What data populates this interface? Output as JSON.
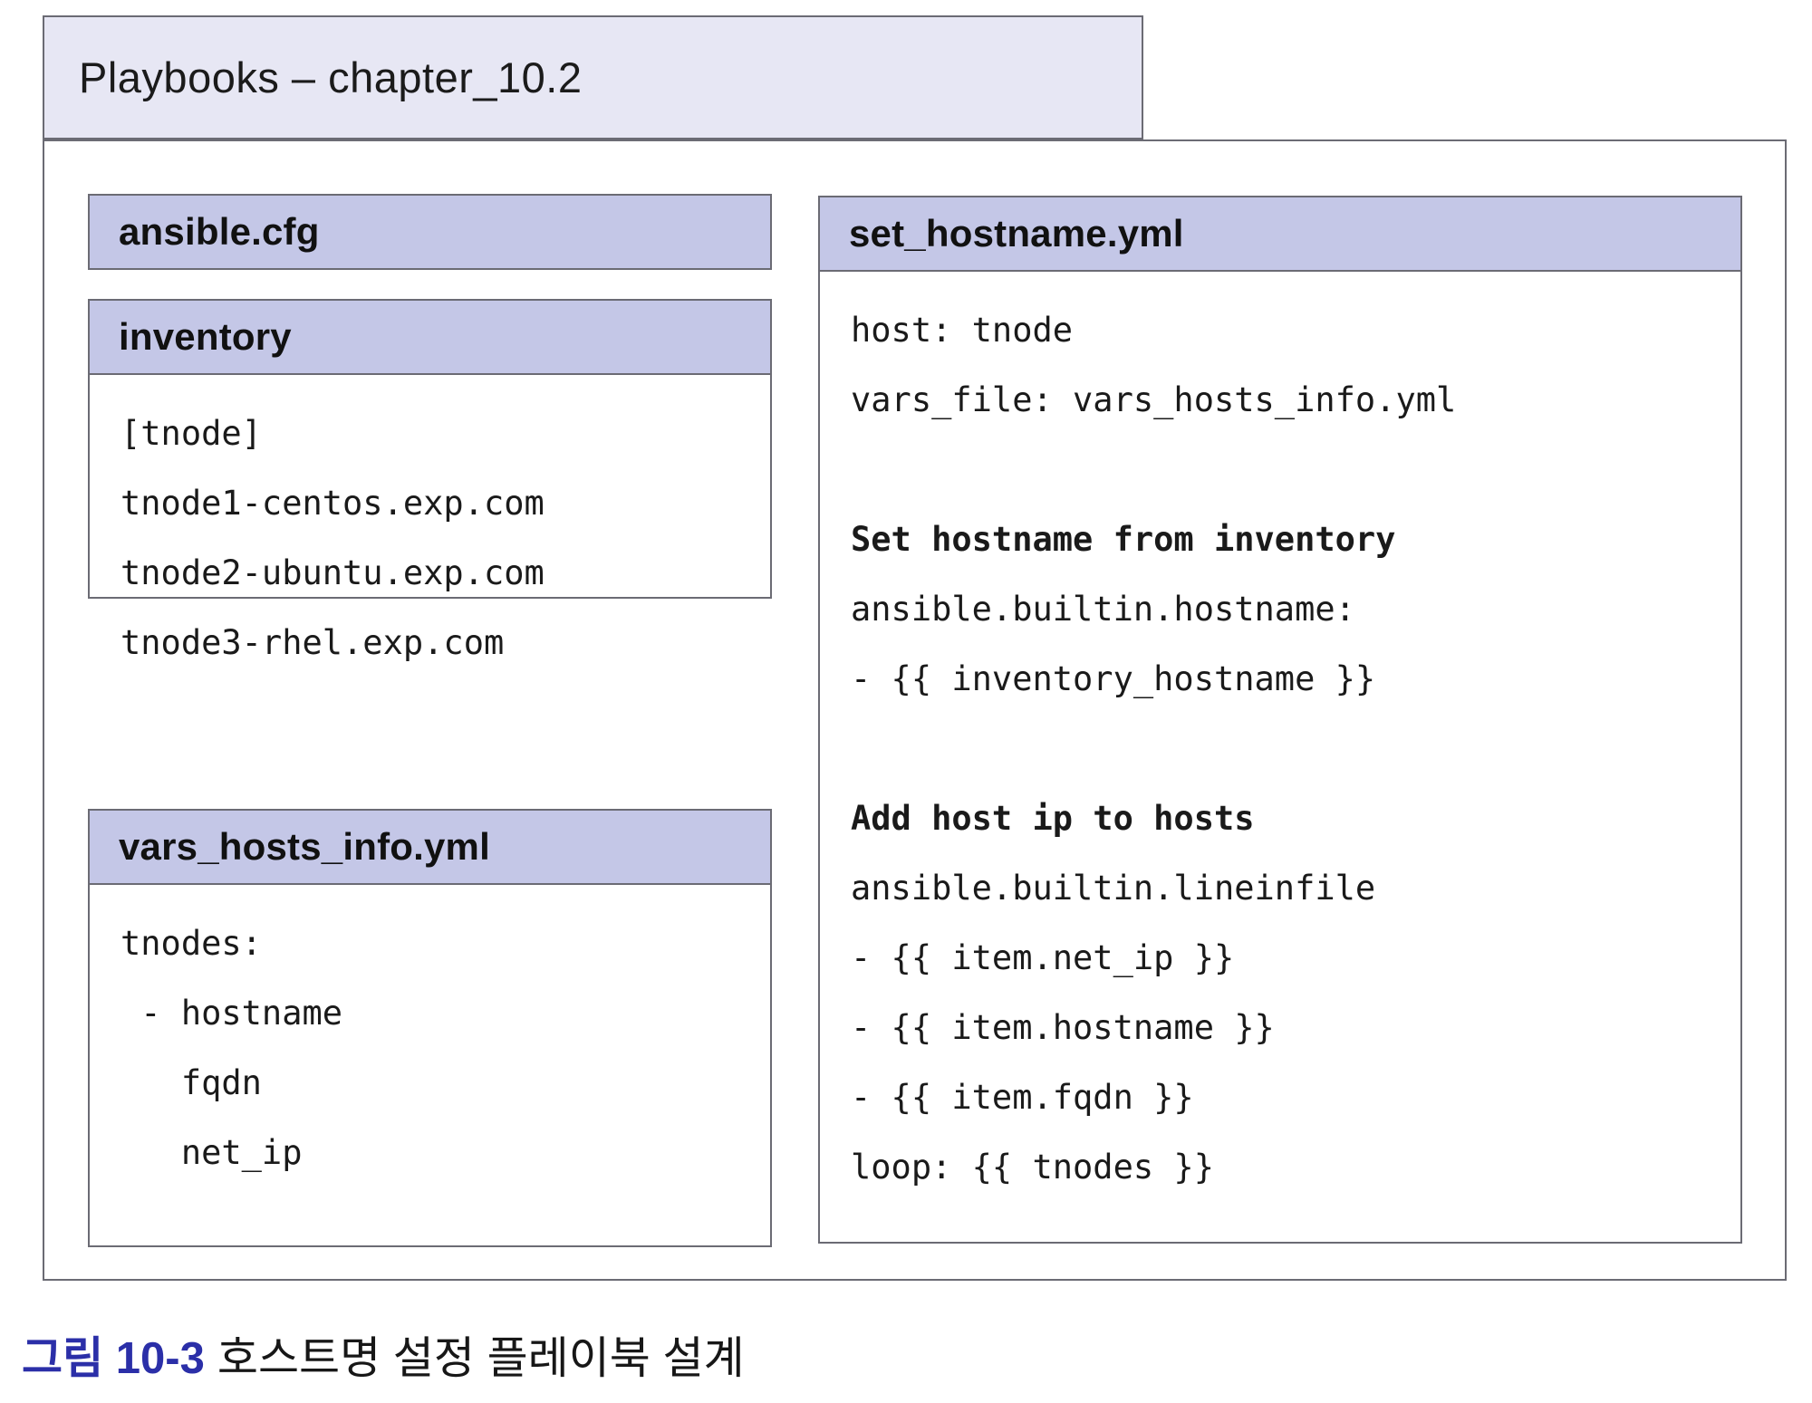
{
  "package": {
    "title": "Playbooks – chapter_10.2"
  },
  "boxes": {
    "ansible_cfg": {
      "title": "ansible.cfg",
      "lines": []
    },
    "inventory": {
      "title": "inventory",
      "lines": [
        "[tnode]",
        "tnode1-centos.exp.com",
        "tnode2-ubuntu.exp.com",
        "tnode3-rhel.exp.com"
      ]
    },
    "vars_hosts_info": {
      "title": "vars_hosts_info.yml",
      "lines": [
        "tnodes:",
        " - hostname",
        "   fqdn",
        "   net_ip"
      ]
    },
    "set_hostname": {
      "title": "set_hostname.yml",
      "lines": [
        {
          "text": "host: tnode",
          "bold": false
        },
        {
          "text": "vars_file: vars_hosts_info.yml",
          "bold": false
        },
        {
          "text": "",
          "bold": false
        },
        {
          "text": "Set hostname from inventory",
          "bold": true
        },
        {
          "text": "ansible.builtin.hostname:",
          "bold": false
        },
        {
          "text": "- {{ inventory_hostname }}",
          "bold": false
        },
        {
          "text": "",
          "bold": false
        },
        {
          "text": "Add host ip to hosts",
          "bold": true
        },
        {
          "text": "ansible.builtin.lineinfile",
          "bold": false
        },
        {
          "text": "- {{ item.net_ip }}",
          "bold": false
        },
        {
          "text": "- {{ item.hostname }}",
          "bold": false
        },
        {
          "text": "- {{ item.fqdn }}",
          "bold": false
        },
        {
          "text": "loop: {{ tnodes }}",
          "bold": false
        }
      ]
    }
  },
  "caption": {
    "number": "그림 10-3",
    "text": "호스트명 설정 플레이북 설계"
  },
  "colors": {
    "header_fill": "#c4c7e7",
    "title_fill": "#e7e7f4",
    "border": "#6b6b74",
    "caption_accent": "#2b2fa8"
  }
}
